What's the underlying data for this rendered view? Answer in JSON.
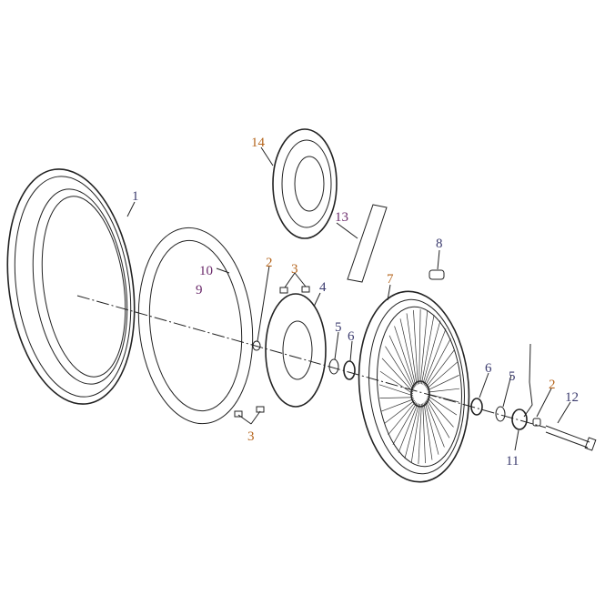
{
  "diagram": {
    "callouts": [
      {
        "id": "tire",
        "number": "1"
      },
      {
        "id": "spacer-left",
        "number": "2"
      },
      {
        "id": "bolts-upper",
        "number": "3"
      },
      {
        "id": "bolts-lower",
        "number": "3"
      },
      {
        "id": "brake-disc-wave",
        "number": "4"
      },
      {
        "id": "oil-seal-left",
        "number": "5"
      },
      {
        "id": "bearing-left",
        "number": "6"
      },
      {
        "id": "rim-wheel",
        "number": "7"
      },
      {
        "id": "hub-sleeve",
        "number": "8"
      },
      {
        "id": "valve-cap",
        "number": "9"
      },
      {
        "id": "valve",
        "number": "10"
      },
      {
        "id": "speedometer-gear",
        "number": "11"
      },
      {
        "id": "axle",
        "number": "12"
      },
      {
        "id": "rim-band",
        "number": "13"
      },
      {
        "id": "brake-disc-floating",
        "number": "14"
      },
      {
        "id": "bearing-right",
        "number": "6"
      },
      {
        "id": "oil-seal-right",
        "number": "5"
      },
      {
        "id": "spacer-right",
        "number": "2"
      }
    ]
  }
}
